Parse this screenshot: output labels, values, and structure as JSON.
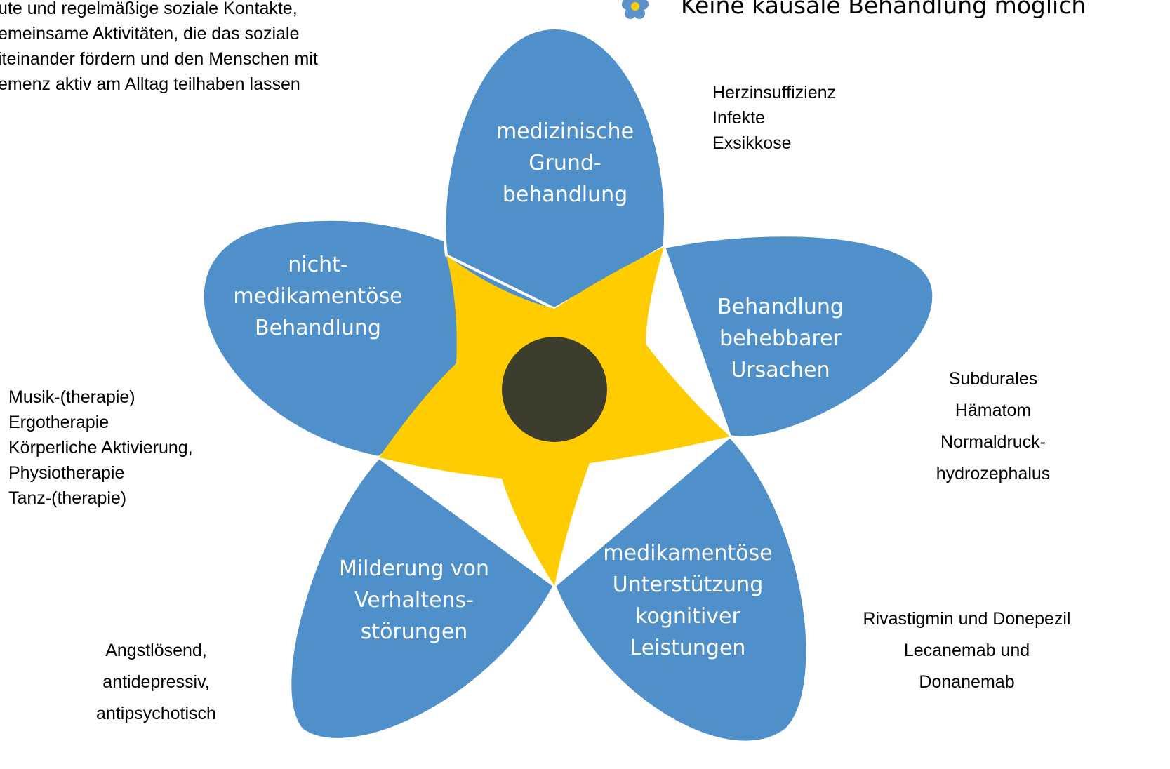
{
  "heading": {
    "text": "Keine kausale Behandlung möglich",
    "icon": "forget-me-not-icon"
  },
  "colors": {
    "petal": "#4f8fca",
    "petal_stroke": "#ffffff",
    "star": "#ffcc00",
    "center": "#3d3d2e",
    "text_on_petal": "#ffffff",
    "text": "#000000"
  },
  "petals": {
    "top": "medizinische\nGrund-\nbehandlung",
    "upper_right": "Behandlung\nbehebbarer\nUrsachen",
    "lower_right": "medikamentöse\nUnterstützung\nkognitiver\nLeistungen",
    "lower_left": "Milderung von\nVerhaltens-\nstörungen",
    "upper_left": "nicht-\nmedikamentöse\nBehandlung"
  },
  "notes": {
    "social": "ute und regelmäßige soziale Kontakte,\nemeinsame Aktivitäten, die das soziale\niteinander fördern und den Menschen mit\nemenz aktiv am Alltag teilhaben lassen",
    "medical": "Herzinsuffizienz\nInfekte\nExsikkose",
    "causes": "Subdurales\nHämatom\nNormaldruck-\nhydrozephalus",
    "therapies": "Musik-(therapie)\nErgotherapie\nKörperliche Aktivierung,\nPhysiotherapie\nTanz-(therapie)",
    "drugs": "Rivastigmin und Donepezil\nLecanemab und\nDonanemab",
    "behavior": "Angstlösend,\nantidepressiv,\nantipsychotisch"
  }
}
